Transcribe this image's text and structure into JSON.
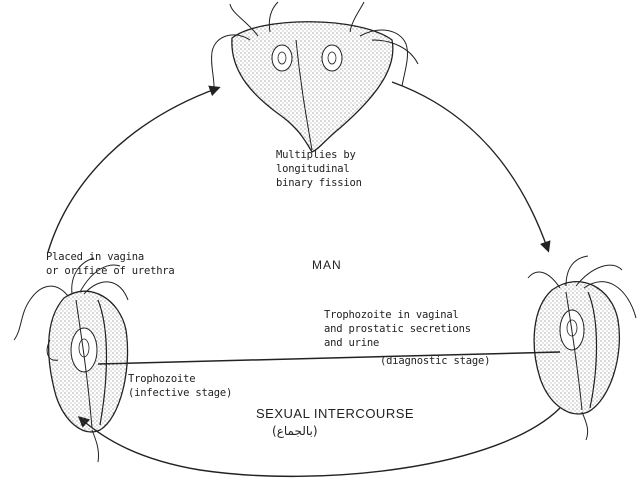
{
  "diagram": {
    "center_label": "MAN",
    "top_label": [
      "Multiplies by",
      "longitudinal",
      "binary fission"
    ],
    "left_label": [
      "Placed in vagina",
      "or orifice of urethra"
    ],
    "right_label": [
      "Trophozoite in vaginal",
      "and prostatic secretions",
      "and urine"
    ],
    "diagnostic_label": "(diagnostic stage)",
    "infective_label": [
      "Trophozoite",
      "(infective stage)"
    ],
    "bottom_label": "SEXUAL INTERCOURSE",
    "bottom_sublabel": "(بالجماع)"
  },
  "colors": {
    "ink": "#222222",
    "background": "#ffffff"
  }
}
